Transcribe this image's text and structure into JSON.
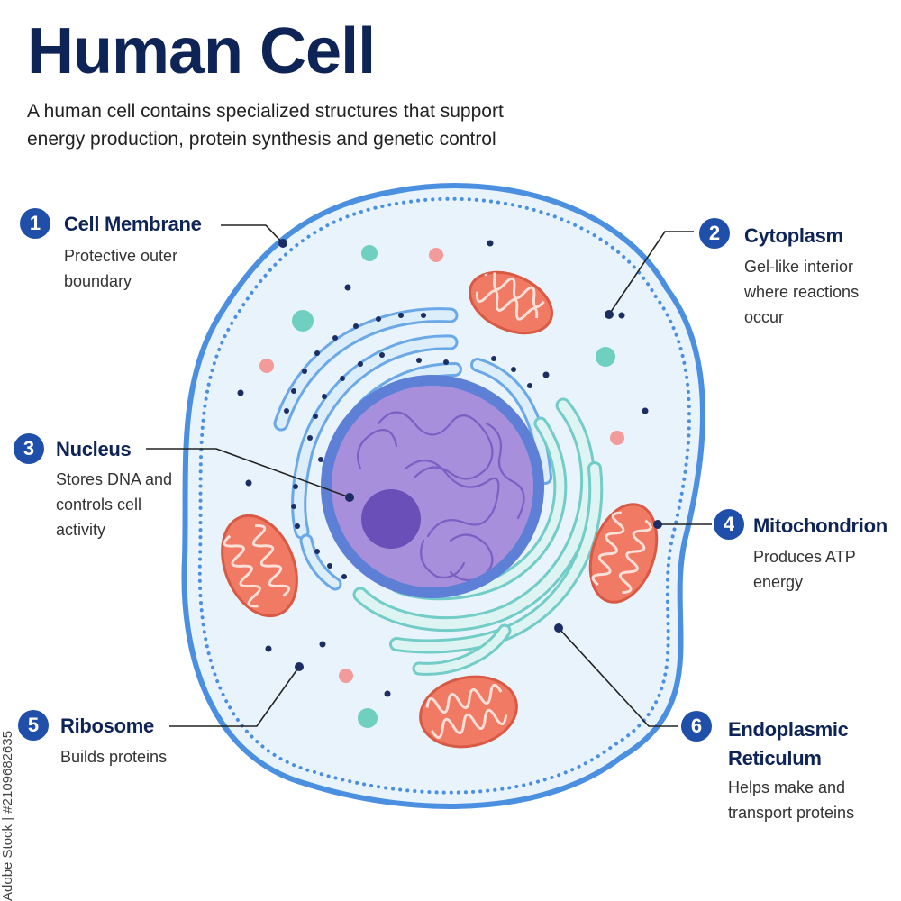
{
  "title": "Human Cell",
  "subtitle": "A human cell contains specialized structures that support energy production, protein synthesis and genetic control",
  "labels": [
    {
      "number": "1",
      "name": "Cell Membrane",
      "description": "Protective outer boundary"
    },
    {
      "number": "2",
      "name": "Cytoplasm",
      "description": "Gel-like interior where reactions occur"
    },
    {
      "number": "3",
      "name": "Nucleus",
      "description": "Stores DNA and controls cell activity"
    },
    {
      "number": "4",
      "name": "Mitochondrion",
      "description": "Produces ATP energy"
    },
    {
      "number": "5",
      "name": "Ribosome",
      "description": "Builds proteins"
    },
    {
      "number": "6",
      "name": "Endoplasmic Reticulum",
      "description": "Helps make and transport proteins"
    }
  ],
  "watermark": "Adobe Stock | #2109682635",
  "colors": {
    "title": "#0f2456",
    "badge": "#1f4fa8",
    "membrane": "#4a8fe0",
    "cytoplasm": "#e8f3fc",
    "nucleus": "#a78fdc",
    "nucleolus": "#6a4fb8",
    "mitochondrion": "#f07a63",
    "rough_er": "#6aa8e8",
    "smooth_er": "#72ccc8",
    "ribosome": "#1b2d63"
  }
}
